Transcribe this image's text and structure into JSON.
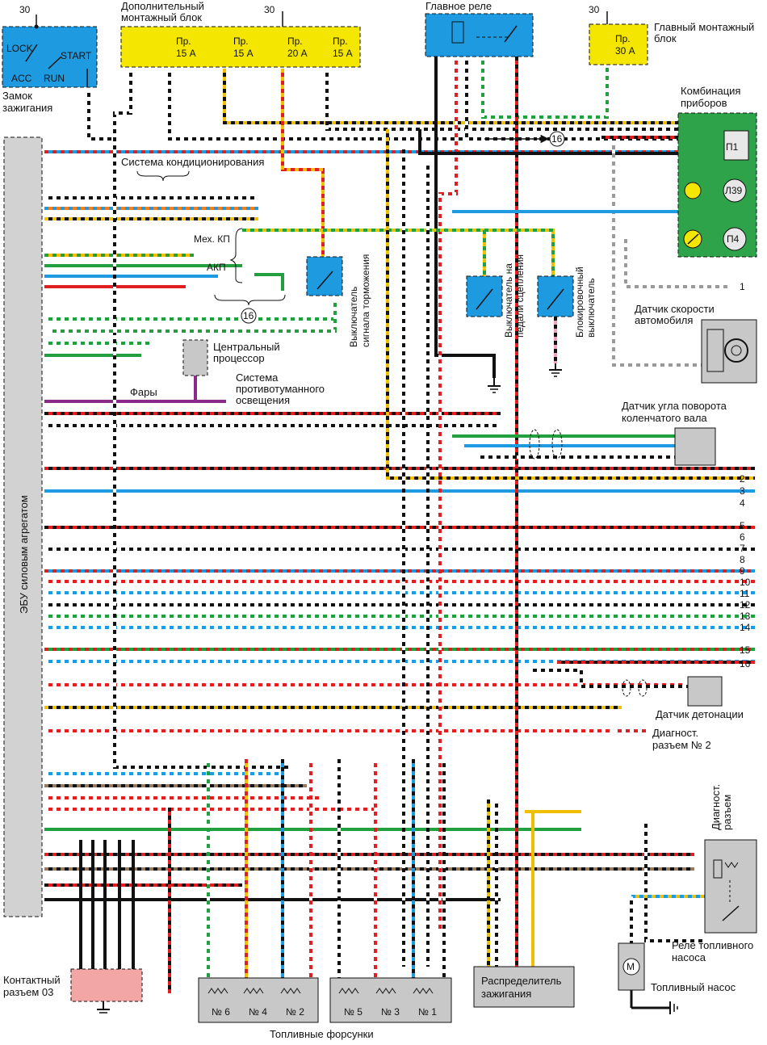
{
  "labels": {
    "ignition_switch": [
      "Замок",
      "зажигания"
    ],
    "ign_lock": "LOCK",
    "ign_start": "START",
    "ign_acc": "ACC",
    "ign_run": "RUN",
    "v30": "30",
    "aux_block": [
      "Дополнительный",
      "монтажный блок"
    ],
    "main_relay": "Главное реле",
    "main_block": [
      "Главный монтажный",
      "блок"
    ],
    "fuses_aux": [
      {
        "name": "Пр.",
        "rating": "15 А"
      },
      {
        "name": "Пр.",
        "rating": "15 А"
      },
      {
        "name": "Пр.",
        "rating": "20 А"
      },
      {
        "name": "Пр.",
        "rating": "15 А"
      }
    ],
    "fuse_main": {
      "name": "Пр.",
      "rating": "30 А"
    },
    "instrument_cluster": [
      "Комбинация",
      "приборов"
    ],
    "cluster_items": [
      "П1",
      "Л39",
      "П4"
    ],
    "ac_system": "Система кондиционирования",
    "mt": "Мех. КП",
    "at": "АКП",
    "ref16": "16",
    "brake_switch": [
      "Выключатель",
      "сигнала торможения"
    ],
    "clutch_switch": [
      "Выключатель на",
      "педали сцепления"
    ],
    "interlock_switch": [
      "Блокировочный",
      "выключатель"
    ],
    "speed_sensor": [
      "Датчик скорости",
      "автомобиля"
    ],
    "cpu": [
      "Центральный",
      "процессор"
    ],
    "headlights": "Фары",
    "fog_system": [
      "Система",
      "противотуманного",
      "освещения"
    ],
    "ecu": "ЭБУ силовым агрегатом",
    "crank_sensor": [
      "Датчик угла поворота",
      "коленчатого вала"
    ],
    "knock_sensor": "Датчик детонации",
    "diag2": [
      "Диагност.",
      "разъем № 2"
    ],
    "diag": [
      "Диагност.",
      "разъем"
    ],
    "fuel_pump_relay": [
      "Реле топливного",
      "насоса"
    ],
    "fuel_pump": "Топливный насос",
    "pump_m": "M",
    "distributor": [
      "Распределитель",
      "зажигания"
    ],
    "injectors": "Топливные форсунки",
    "injector_nums": [
      "№ 6",
      "№ 4",
      "№ 2",
      "№ 5",
      "№ 3",
      "№ 1"
    ],
    "connector03": [
      "Контактный",
      "разъем 03"
    ],
    "right_numbers": [
      "1",
      "2",
      "3",
      "4",
      "5",
      "6",
      "7",
      "8",
      "9",
      "10",
      "11",
      "12",
      "13",
      "14",
      "15",
      "16"
    ]
  },
  "colors": {
    "fuse_block": "#f5e600",
    "relay": "#1e9be0",
    "cluster": "#2fa34a",
    "ecu_bar": "#d2d2d2",
    "component_gray": "#c8c8c8",
    "connector_pink": "#f2a6a6",
    "wire_red": "#e02020",
    "wire_black": "#111111",
    "wire_blue": "#1e9be0",
    "wire_green": "#22a040",
    "wire_yellow": "#f0c000",
    "wire_gray": "#9a9a9a",
    "wire_brown": "#9a7a5a",
    "wire_pink": "#f0a0c0",
    "wire_orange": "#f08020",
    "wire_purple": "#8a2a8a"
  }
}
